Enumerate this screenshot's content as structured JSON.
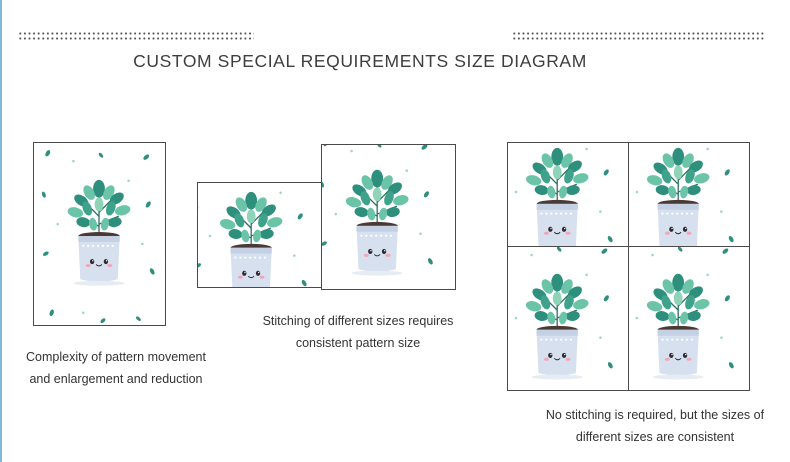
{
  "title": "CUSTOM SPECIAL REQUIREMENTS SIZE DIAGRAM",
  "captions": {
    "left": [
      "Complexity of pattern movement",
      "and enlargement and reduction"
    ],
    "middle": [
      "Stitching of different sizes requires",
      "consistent pattern size"
    ],
    "right": [
      "No stitching is required, but the sizes of",
      "different sizes are consistent"
    ]
  },
  "colors": {
    "leaf_dark": "#2f8f7d",
    "leaf_light": "#6cc4a8",
    "pot": "#d6e0ee",
    "accent_rule": "#7fb9dc",
    "border": "#4a4a4a"
  }
}
